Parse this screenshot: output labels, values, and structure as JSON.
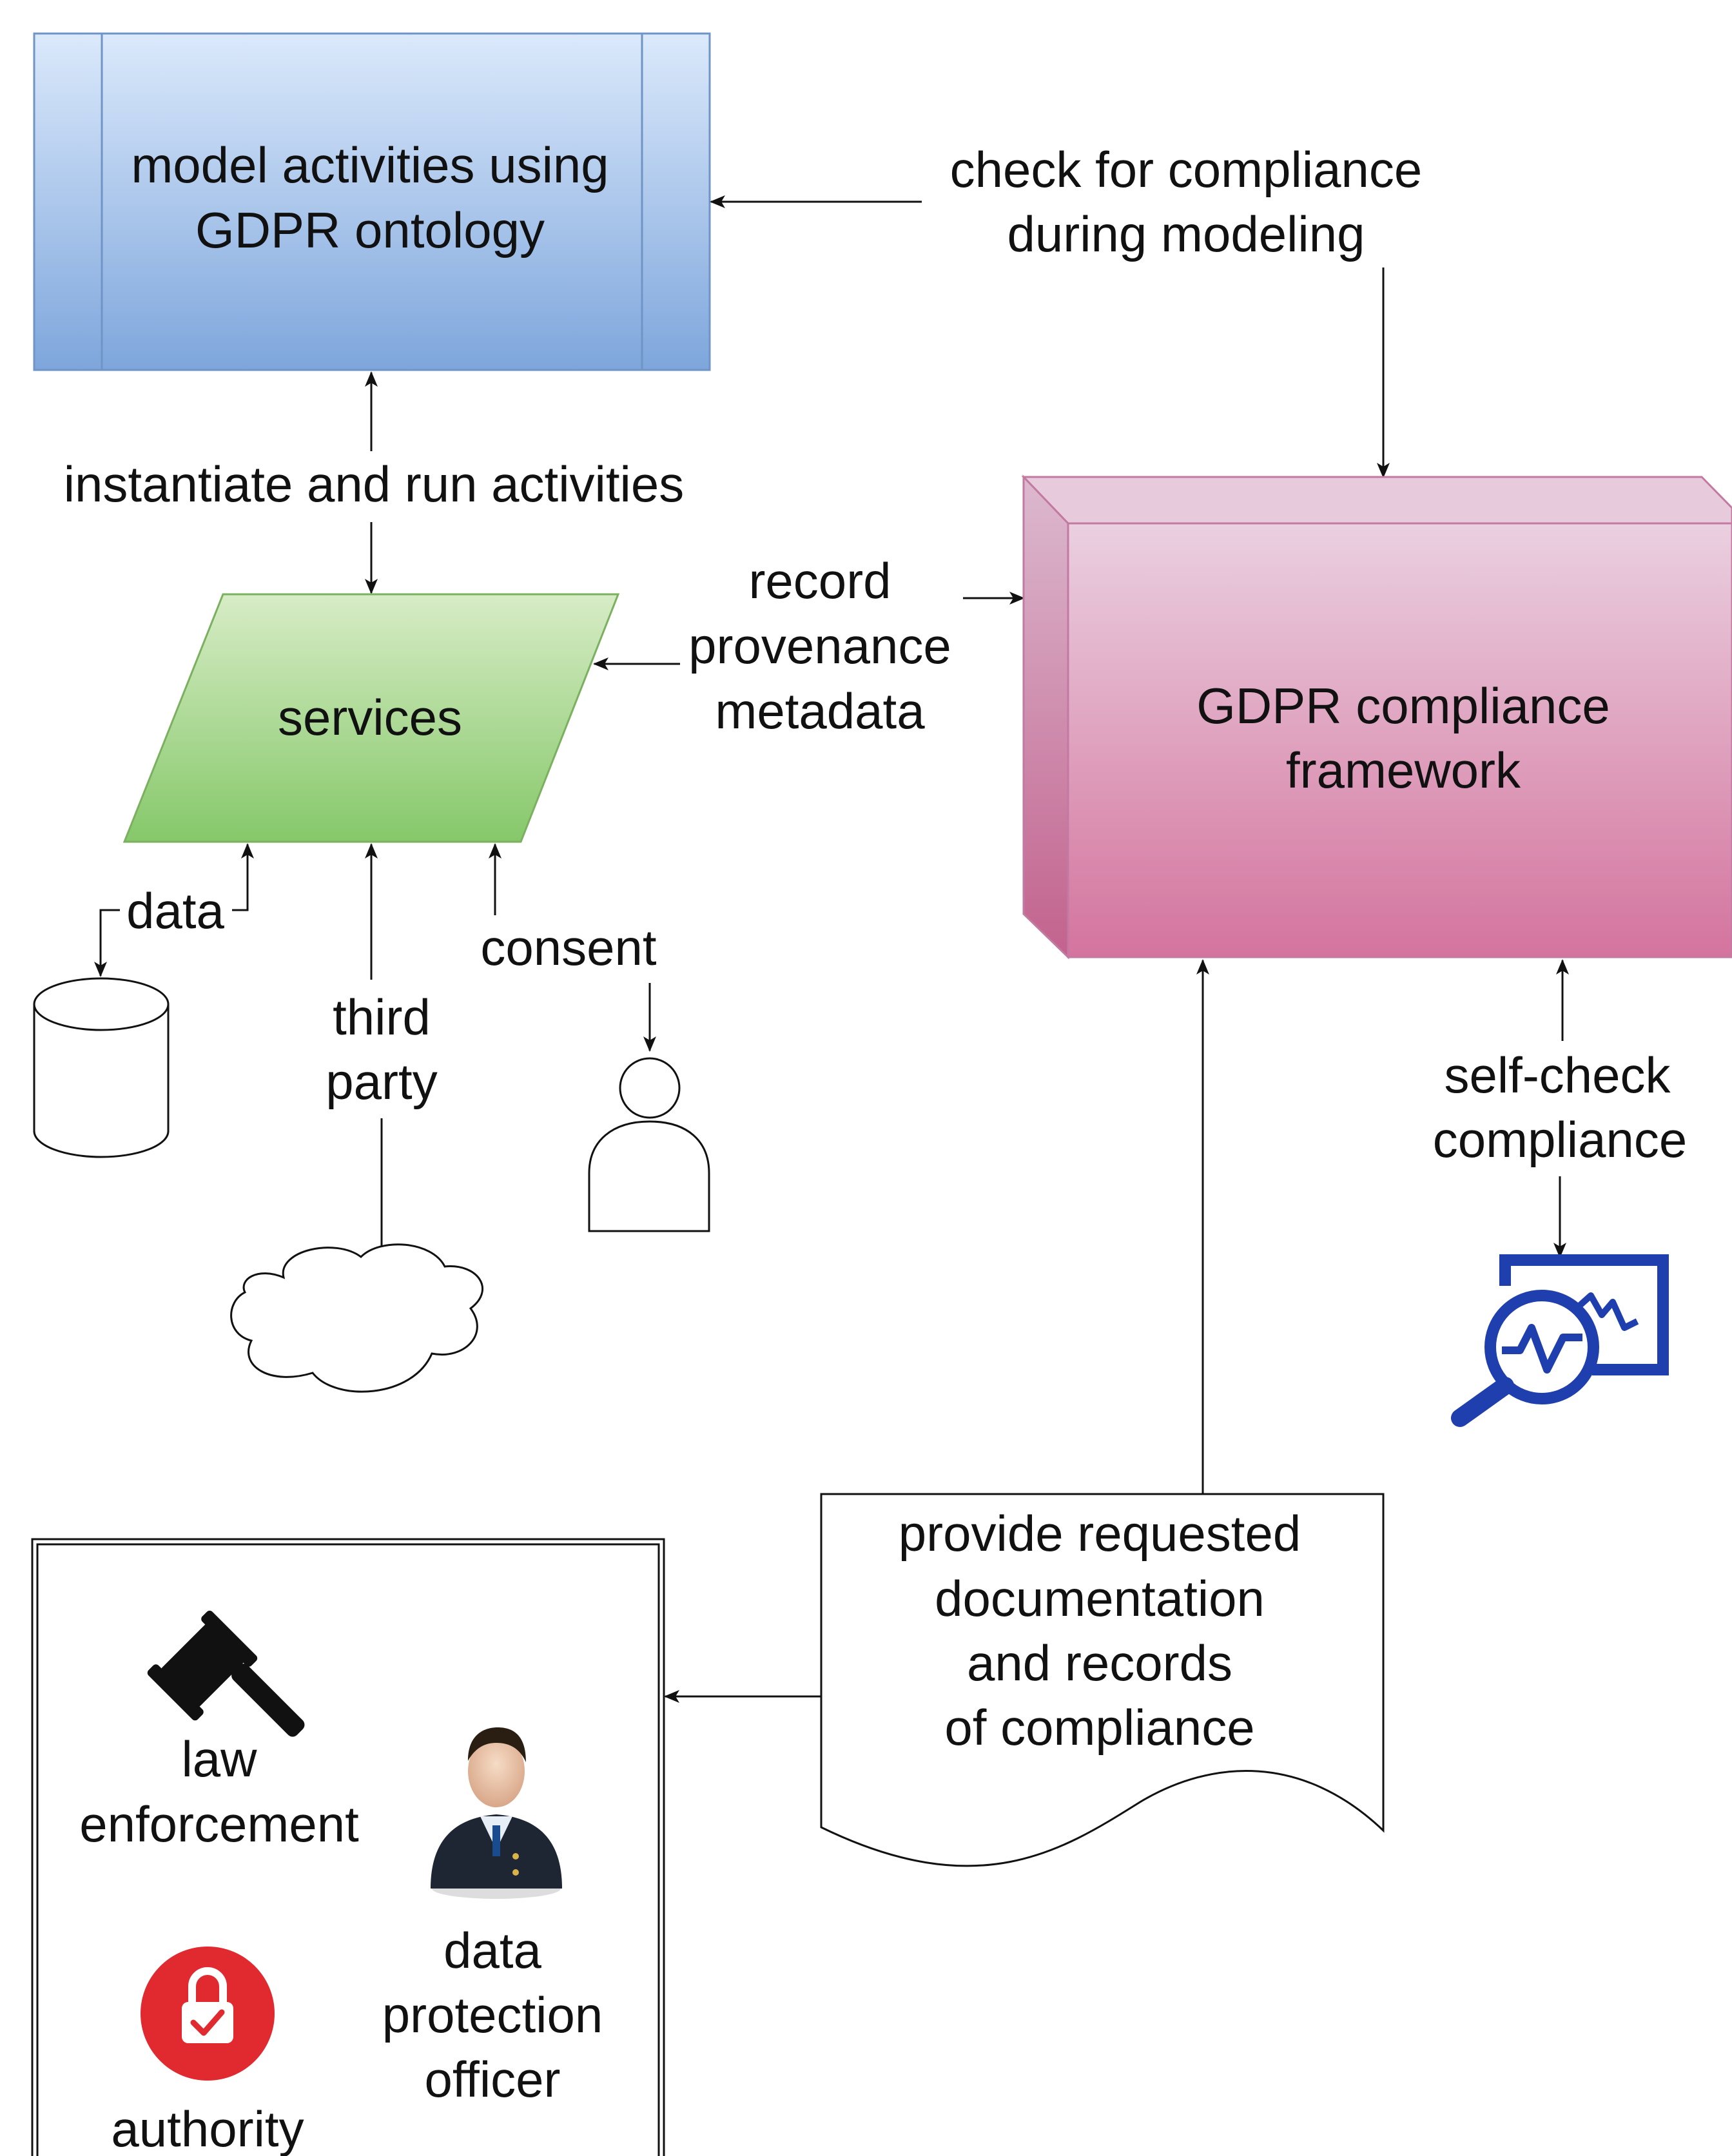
{
  "nodes": {
    "model_activities": {
      "line1": "model activities using",
      "line2": "GDPR ontology"
    },
    "services": {
      "label": "services"
    },
    "compliance_framework": {
      "line1": "GDPR compliance",
      "line2": "framework"
    },
    "documentation": {
      "line1": "provide requested",
      "line2": "documentation",
      "line3": "and records",
      "line4": "of compliance"
    },
    "authorities_box": {
      "law_enforcement": {
        "line1": "law",
        "line2": "enforcement"
      },
      "data_protection_officer": {
        "line1": "data",
        "line2": "protection",
        "line3": "officer"
      },
      "authority": {
        "label": "authority"
      }
    }
  },
  "edge_labels": {
    "check_compliance": {
      "line1": "check for compliance",
      "line2": "during modeling"
    },
    "instantiate": "instantiate and run activities",
    "record_provenance": {
      "line1": "record",
      "line2": "provenance",
      "line3": "metadata"
    },
    "data": "data",
    "third_party": {
      "line1": "third",
      "line2": "party"
    },
    "consent": "consent",
    "self_check": {
      "line1": "self-check",
      "line2": "compliance"
    }
  },
  "colors": {
    "model_fill_top": "#dbe9fb",
    "model_fill_bottom": "#7ea6dc",
    "services_fill_top": "#d7ecc6",
    "services_fill_bottom": "#86c86a",
    "framework_fill_top": "#ead0e0",
    "framework_fill_bottom": "#d4749e",
    "monitor_blue": "#1f3fae",
    "authority_red": "#e02a2f"
  },
  "icons": {
    "database": "database-cylinder-icon",
    "cloud": "cloud-icon",
    "person": "person-icon",
    "monitor": "monitoring-magnifier-icon",
    "gavel": "gavel-icon",
    "officer": "officer-icon",
    "authority": "lock-check-icon"
  }
}
